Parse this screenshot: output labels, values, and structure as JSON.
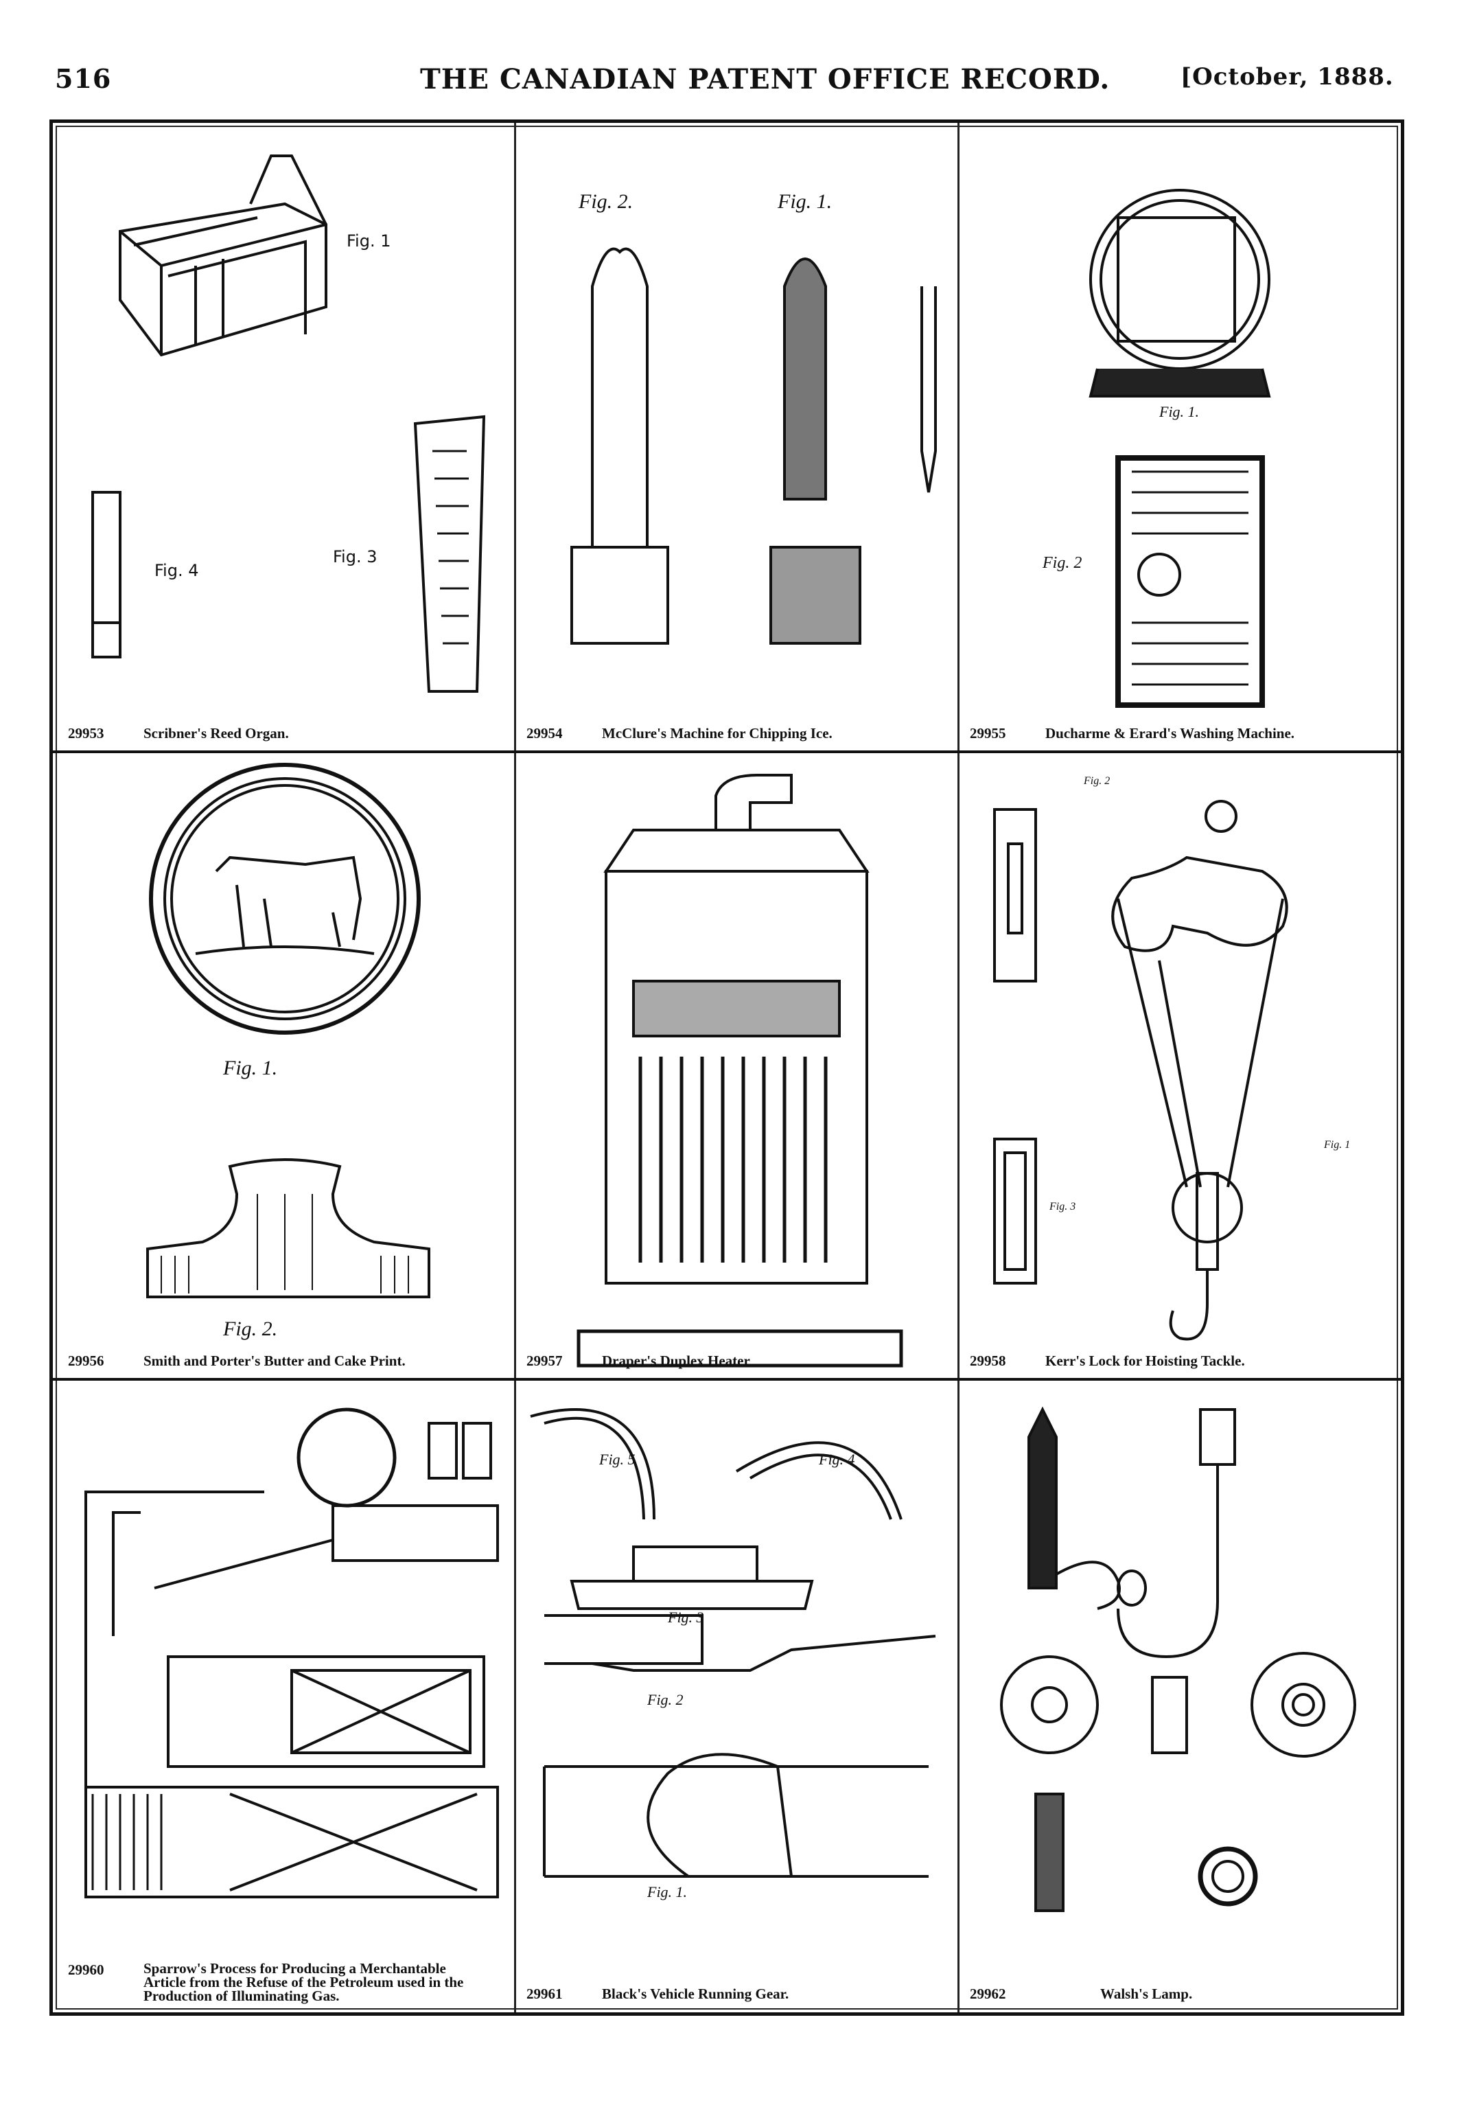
{
  "header": {
    "page_number": "516",
    "title": "THE CANADIAN PATENT OFFICE RECORD.",
    "date": "[October, 1888."
  },
  "patents": [
    {
      "number": "29953",
      "title": "Scribner's Reed Organ.",
      "figures": [
        "Fig. 1",
        "Fig. 3",
        "Fig. 4"
      ]
    },
    {
      "number": "29954",
      "title": "McClure's Machine for Chipping Ice.",
      "figures": [
        "Fig. 2.",
        "Fig. 1."
      ]
    },
    {
      "number": "29955",
      "title": "Ducharme & Erard's Washing Machine.",
      "figures": [
        "Fig. 1.",
        "Fig. 2"
      ]
    },
    {
      "number": "29956",
      "title": "Smith and Porter's Butter and Cake Print.",
      "figures": [
        "Fig. 1.",
        "Fig. 2."
      ]
    },
    {
      "number": "29957",
      "title": "Draper's Duplex Heater",
      "figures": []
    },
    {
      "number": "29958",
      "title": "Kerr's Lock for Hoisting Tackle.",
      "figures": [
        "Fig. 1",
        "Fig. 2",
        "Fig. 3"
      ]
    },
    {
      "number": "29960",
      "title": "Sparrow's Process for Producing a Merchantable Article from the Refuse of the Petroleum used in the Production of Illuminating Gas.",
      "figures": []
    },
    {
      "number": "29961",
      "title": "Black's Vehicle Running Gear.",
      "figures": [
        "Fig. 5",
        "Fig. 4",
        "Fig. 3",
        "Fig. 2",
        "Fig. 1."
      ]
    },
    {
      "number": "29962",
      "title": "Walsh's Lamp.",
      "figures": []
    }
  ]
}
